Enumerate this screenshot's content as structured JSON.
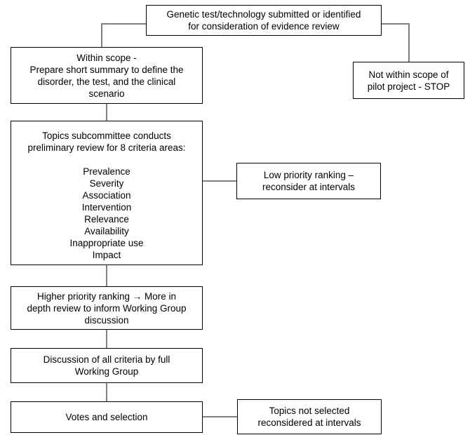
{
  "diagram": {
    "title": "Genetic test evidence review topic selection process flowchart",
    "line_color": "#808080",
    "box_border_color": "#000000",
    "background": "#ffffff",
    "nodes": {
      "intake": {
        "label": "Genetic test/technology submitted or identified\nfor consideration of evidence review"
      },
      "within_scope": {
        "label": "Within scope -\nPrepare short summary to define the\ndisorder, the test, and the clinical\nscenario"
      },
      "not_within_scope": {
        "label": "Not within scope of\npilot project - STOP"
      },
      "topics_subcommittee": {
        "label": "Topics subcommittee conducts\npreliminary review for 8 criteria areas:",
        "criteria": "Prevalence\nSeverity\nAssociation\nIntervention\nRelevance\nAvailability\nInappropriate use\nImpact"
      },
      "low_priority": {
        "label": "Low priority ranking –\nreconsider at intervals"
      },
      "higher_priority": {
        "label": "Higher priority ranking → More in\ndepth review to inform Working Group\ndiscussion"
      },
      "discussion": {
        "label": "Discussion of all criteria by full\nWorking Group"
      },
      "votes": {
        "label": "Votes and selection"
      },
      "not_selected": {
        "label": "Topics not selected\nreconsidered at intervals"
      }
    }
  }
}
